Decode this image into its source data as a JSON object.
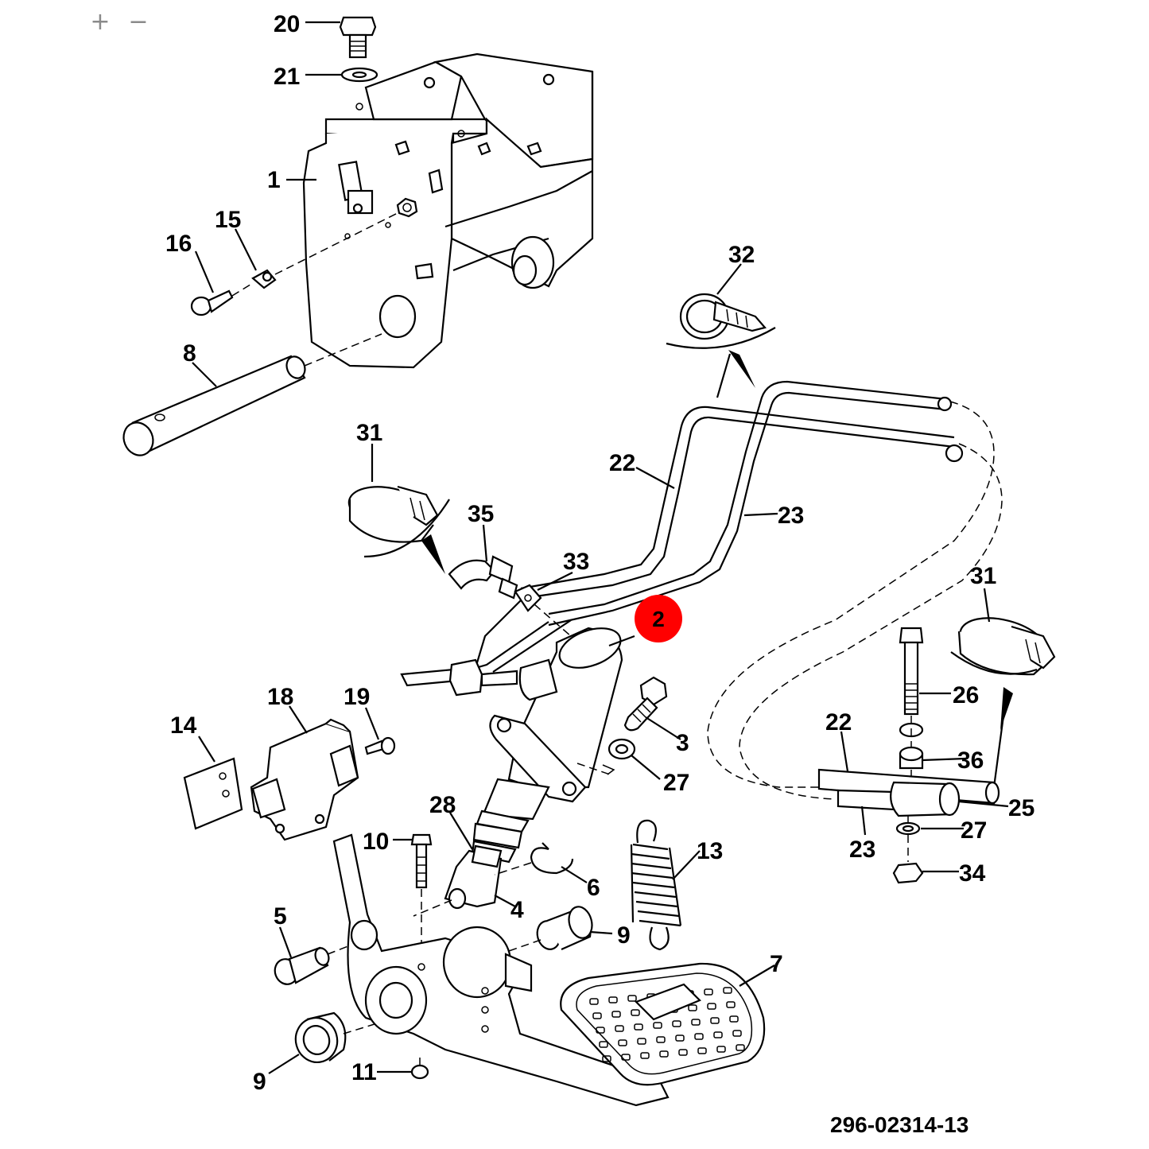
{
  "viewer": {
    "zoom_in_label": "+",
    "zoom_out_label": "−"
  },
  "diagram": {
    "drawing_id": "296-02314-13",
    "highlight_color": "#ff0000",
    "highlighted_part": "2",
    "callouts": [
      {
        "id": "c20",
        "label": "20"
      },
      {
        "id": "c21",
        "label": "21"
      },
      {
        "id": "c1",
        "label": "1"
      },
      {
        "id": "c15",
        "label": "15"
      },
      {
        "id": "c16",
        "label": "16"
      },
      {
        "id": "c8",
        "label": "8"
      },
      {
        "id": "c32",
        "label": "32"
      },
      {
        "id": "c31a",
        "label": "31"
      },
      {
        "id": "c22a",
        "label": "22"
      },
      {
        "id": "c23a",
        "label": "23"
      },
      {
        "id": "c35",
        "label": "35"
      },
      {
        "id": "c33",
        "label": "33"
      },
      {
        "id": "c31b",
        "label": "31"
      },
      {
        "id": "c18",
        "label": "18"
      },
      {
        "id": "c19",
        "label": "19"
      },
      {
        "id": "c14",
        "label": "14"
      },
      {
        "id": "c3",
        "label": "3"
      },
      {
        "id": "c27a",
        "label": "27"
      },
      {
        "id": "c26",
        "label": "26"
      },
      {
        "id": "c22b",
        "label": "22"
      },
      {
        "id": "c36",
        "label": "36"
      },
      {
        "id": "c25",
        "label": "25"
      },
      {
        "id": "c27b",
        "label": "27"
      },
      {
        "id": "c23b",
        "label": "23"
      },
      {
        "id": "c34",
        "label": "34"
      },
      {
        "id": "c28",
        "label": "28"
      },
      {
        "id": "c10",
        "label": "10"
      },
      {
        "id": "c13",
        "label": "13"
      },
      {
        "id": "c6",
        "label": "6"
      },
      {
        "id": "c4",
        "label": "4"
      },
      {
        "id": "c5",
        "label": "5"
      },
      {
        "id": "c9a",
        "label": "9"
      },
      {
        "id": "c7",
        "label": "7"
      },
      {
        "id": "c9b",
        "label": "9"
      },
      {
        "id": "c11",
        "label": "11"
      }
    ]
  }
}
